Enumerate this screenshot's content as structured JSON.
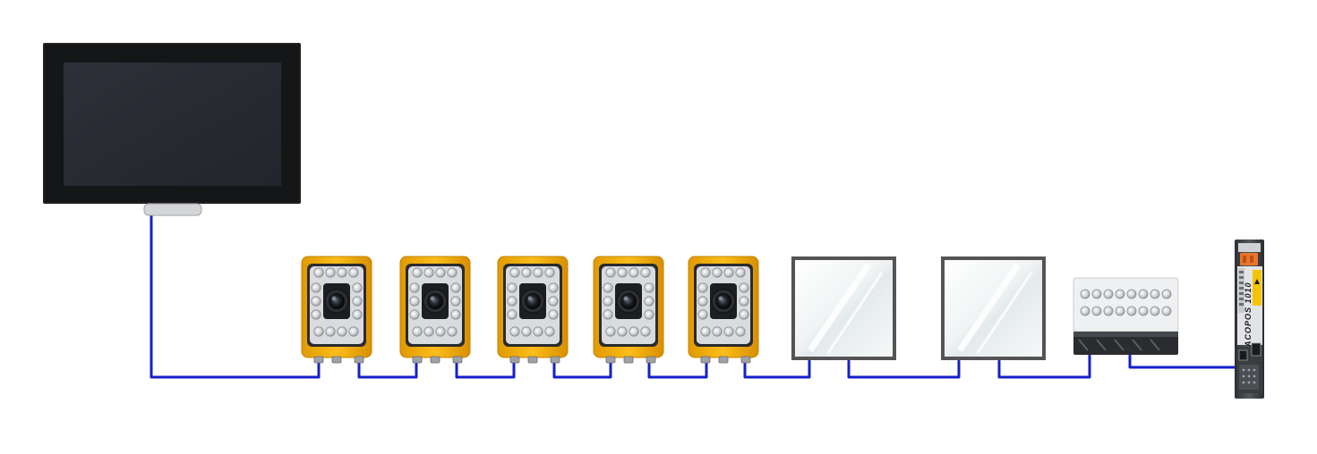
{
  "diagram": {
    "devices": [
      {
        "name": "hmi-panel",
        "kind": "touch-panel-display"
      },
      {
        "name": "smart-camera-1",
        "kind": "smart-camera"
      },
      {
        "name": "smart-camera-2",
        "kind": "smart-camera"
      },
      {
        "name": "smart-camera-3",
        "kind": "smart-camera"
      },
      {
        "name": "smart-camera-4",
        "kind": "smart-camera"
      },
      {
        "name": "smart-camera-5",
        "kind": "smart-camera"
      },
      {
        "name": "backlight-1",
        "kind": "backlight-panel"
      },
      {
        "name": "backlight-2",
        "kind": "backlight-panel"
      },
      {
        "name": "led-light-bar",
        "kind": "led-light-bar"
      },
      {
        "name": "servo-drive",
        "kind": "servo-drive-module"
      }
    ],
    "drive_label": "ACOPOS 1010",
    "cable_color": "#1520c8",
    "accent_color": "#f5b000"
  }
}
